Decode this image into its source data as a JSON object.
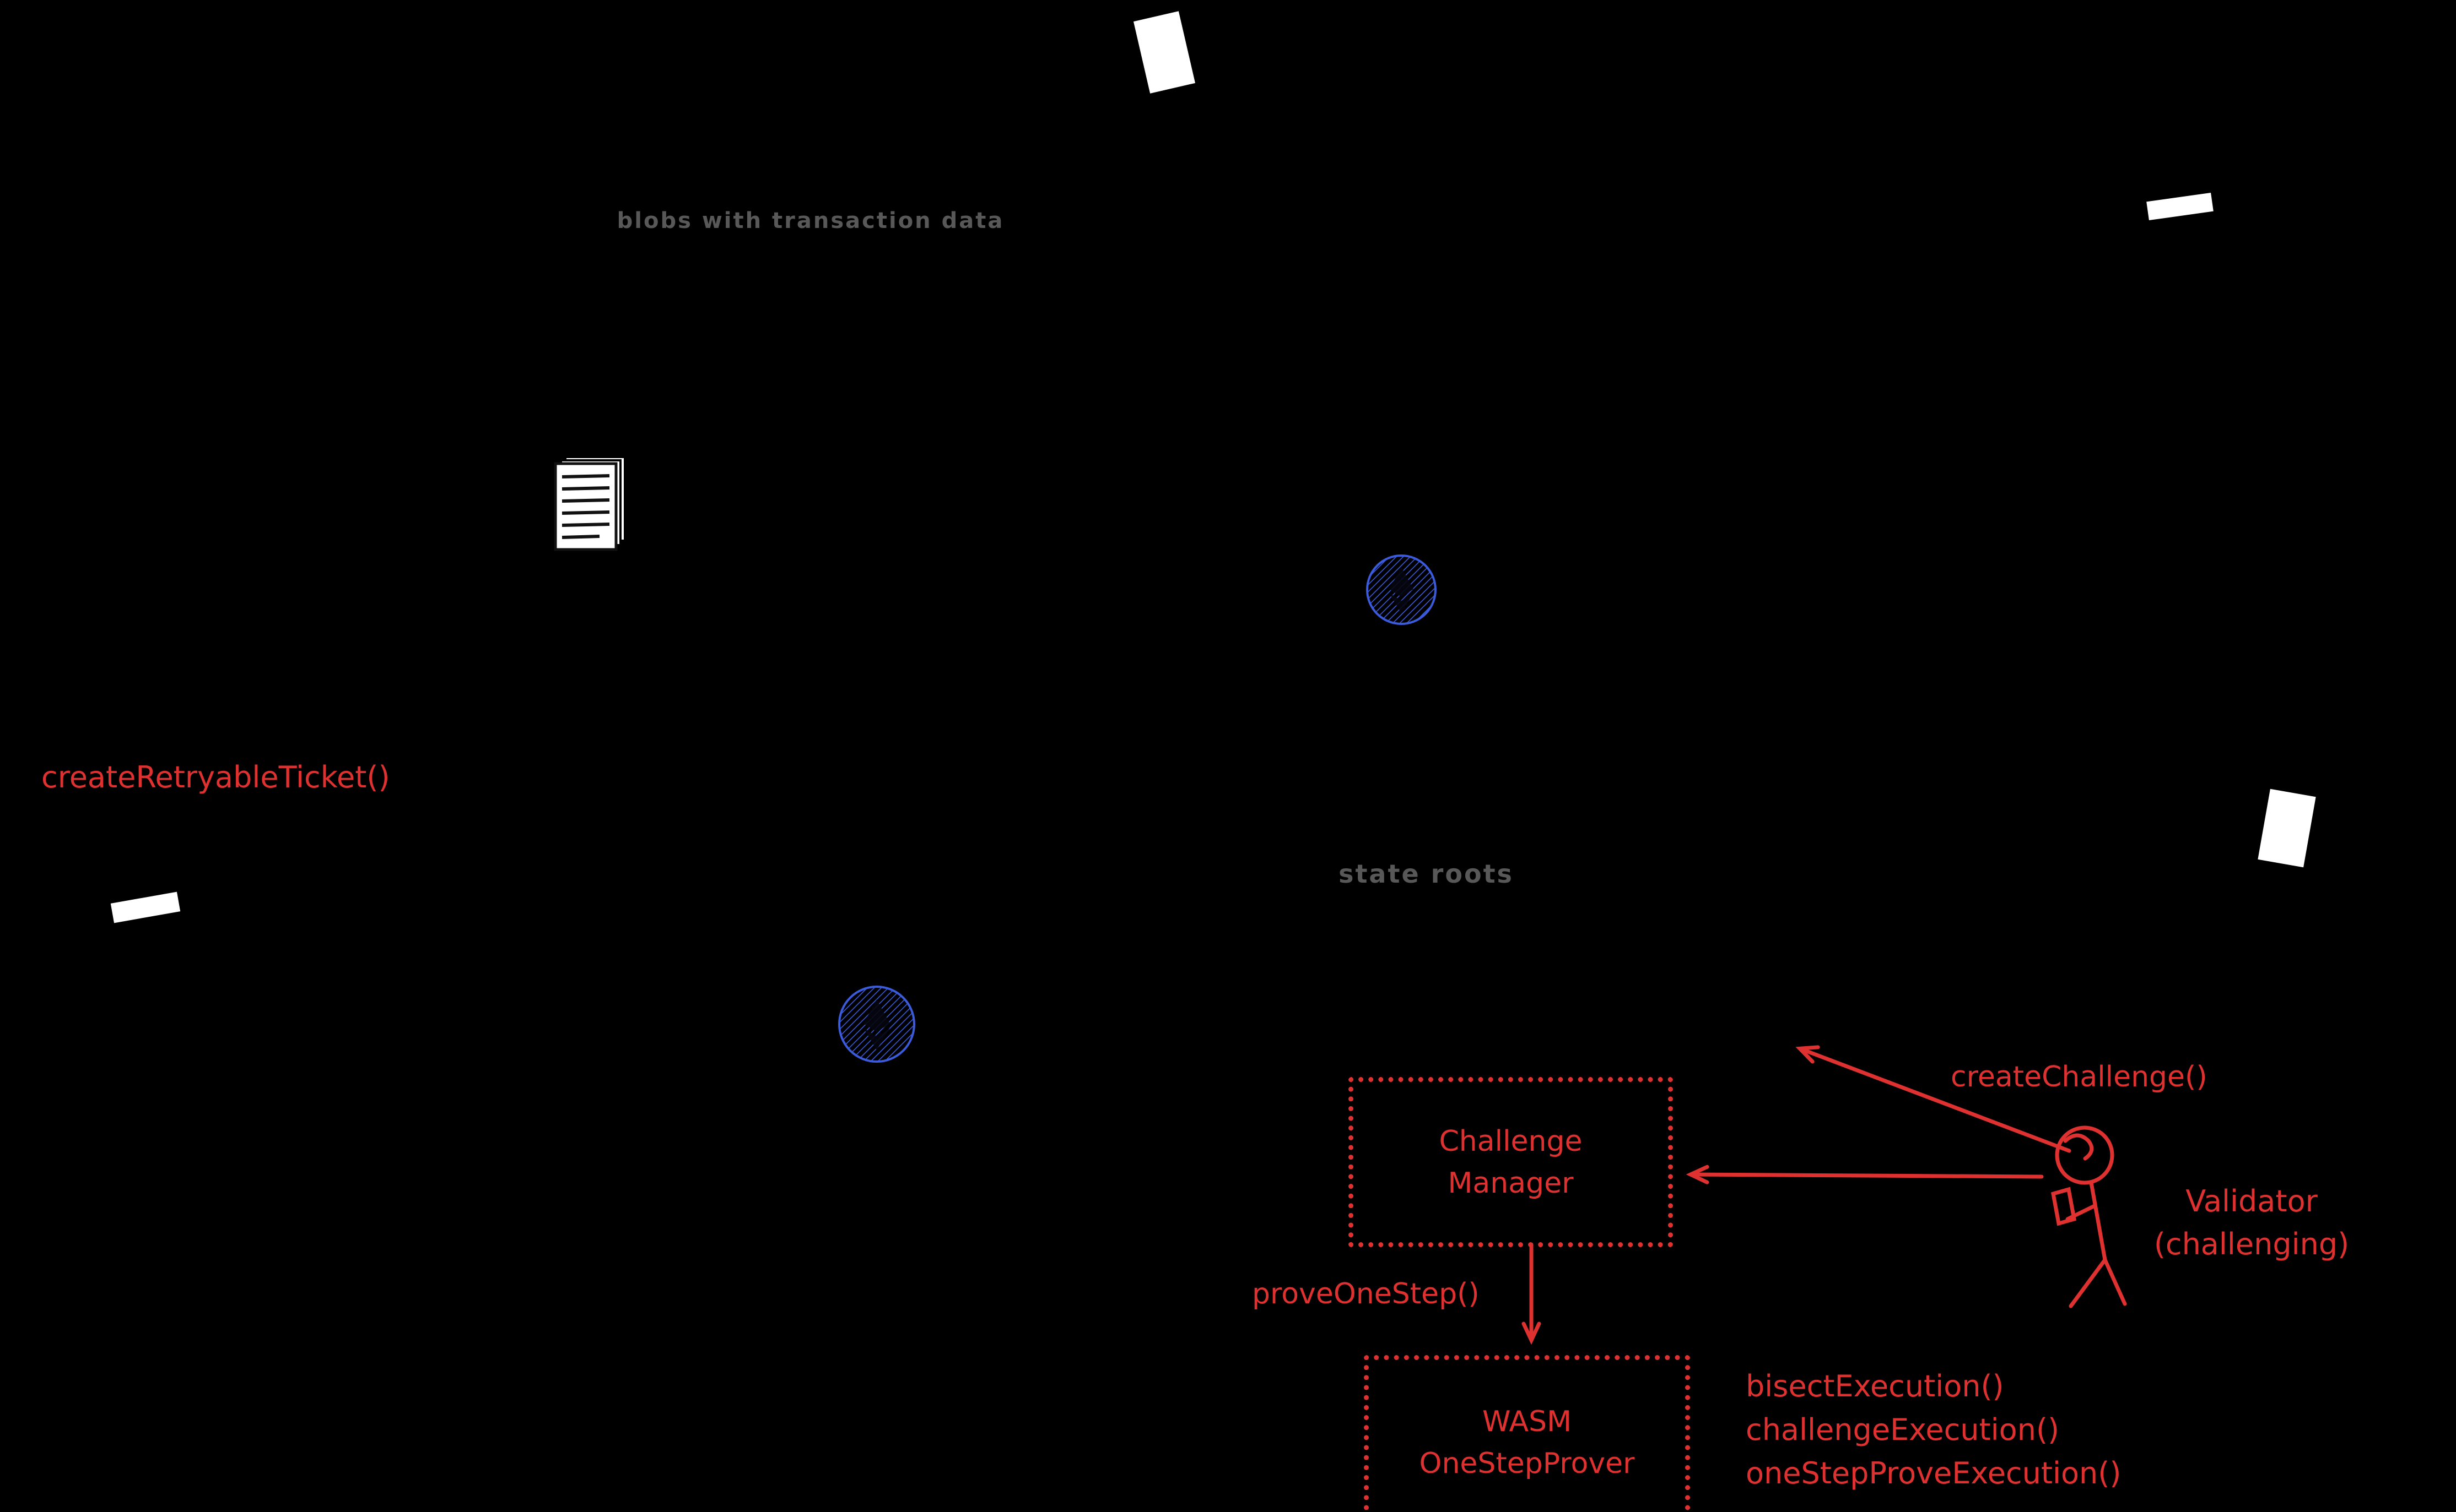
{
  "diagram": {
    "annotations": {
      "blobs_label": "blobs with transaction data",
      "state_roots_label": "state roots",
      "create_retryable_ticket": "createRetryableTicket()",
      "create_challenge": "createChallenge()",
      "prove_one_step": "proveOneStep()",
      "validator_name": "Validator",
      "validator_role": "(challenging)",
      "challenge_methods": [
        "bisectExecution()",
        "challengeExecution()",
        "oneStepProveExecution()"
      ]
    },
    "nodes": {
      "challenge_manager": {
        "label_line1": "Challenge",
        "label_line2": "Manager"
      },
      "wasm_prover": {
        "label_line1": "WASM",
        "label_line2": "OneStepProver"
      }
    },
    "icons": {
      "document": "document-icon",
      "coin": "eth-coin-icon",
      "validator": "stick-figure-icon"
    },
    "colors": {
      "background": "#000000",
      "annotation_red": "#e03131",
      "muted_gray": "#585858",
      "coin_blue": "#3b5bdb",
      "shape_white": "#ffffff"
    }
  }
}
